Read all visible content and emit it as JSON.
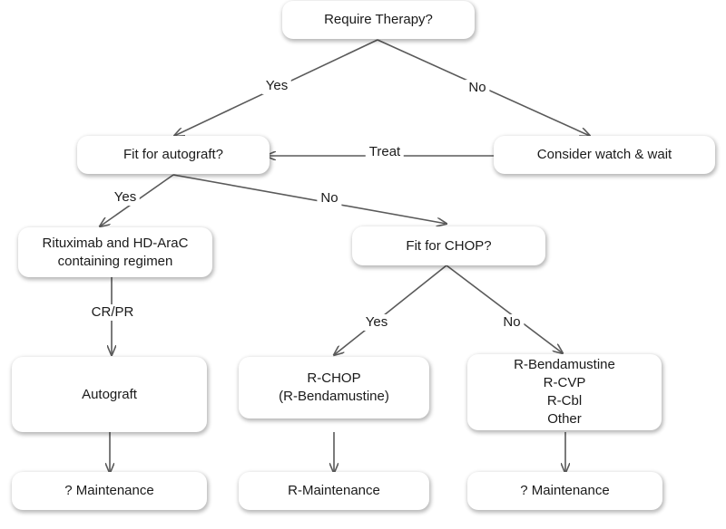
{
  "nodes": {
    "require_therapy": "Require Therapy?",
    "fit_autograft": "Fit for autograft?",
    "watch_wait": "Consider watch & wait",
    "rituximab": [
      "Rituximab and HD-AraC",
      "containing regimen"
    ],
    "fit_chop": "Fit for CHOP?",
    "autograft": "Autograft",
    "rchop": [
      "R-CHOP",
      "(R-Bendamustine)"
    ],
    "r_bendamustine": [
      "R-Bendamustine",
      "R-CVP",
      "R-Cbl",
      "Other"
    ],
    "maint_left": "? Maintenance",
    "maint_mid": "R-Maintenance",
    "maint_right": "? Maintenance"
  },
  "edge_labels": {
    "yes_top": "Yes",
    "no_top": "No",
    "treat": "Treat",
    "yes_autograft": "Yes",
    "no_autograft": "No",
    "cr_pr": "CR/PR",
    "yes_chop": "Yes",
    "no_chop": "No"
  },
  "colors": {
    "arrow": "#5a5a5a",
    "node_bg": "#ffffff",
    "text": "#1a1a1a"
  }
}
